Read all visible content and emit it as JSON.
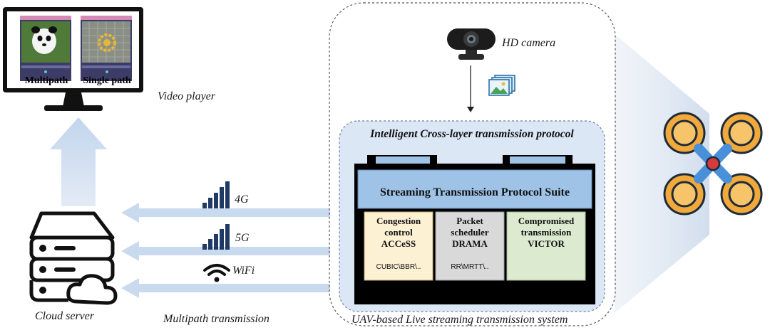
{
  "player": {
    "multipath_label": "Multipath",
    "single_label": "Single path",
    "caption": "Video player"
  },
  "server": {
    "caption": "Cloud server"
  },
  "links": {
    "caption": "Multipath transmission",
    "items": [
      {
        "label": "4G",
        "icon": "signal-bars-icon"
      },
      {
        "label": "5G",
        "icon": "signal-bars-icon"
      },
      {
        "label": "WiFi",
        "icon": "wifi-icon"
      }
    ]
  },
  "system": {
    "caption": "UAV-based Live streaming transmission system",
    "camera_label": "HD camera",
    "protocol_title": "Intelligent Cross-layer transmission protocol",
    "suite_title": "Streaming Transmission Protocol Suite",
    "modules": [
      {
        "line1": "Congestion",
        "line2": "control",
        "line3": "ACCeSS",
        "detail": "CUBIC\\BBR\\..",
        "color": "#fdf1d4"
      },
      {
        "line1": "Packet",
        "line2": "scheduler",
        "line3": "DRAMA",
        "detail": "RR\\MRTT\\..",
        "color": "#d9d9d9"
      },
      {
        "line1": "Compromised",
        "line2": "transmission",
        "line3": "VICTOR",
        "detail": "",
        "color": "#dcebd0"
      }
    ]
  },
  "colors": {
    "arrow": "#c9d9ee",
    "suite_blue": "#9ec3e6",
    "drone_orange": "#f2a93b",
    "drone_blue": "#4a90d9",
    "signal_navy": "#1f3a64"
  }
}
